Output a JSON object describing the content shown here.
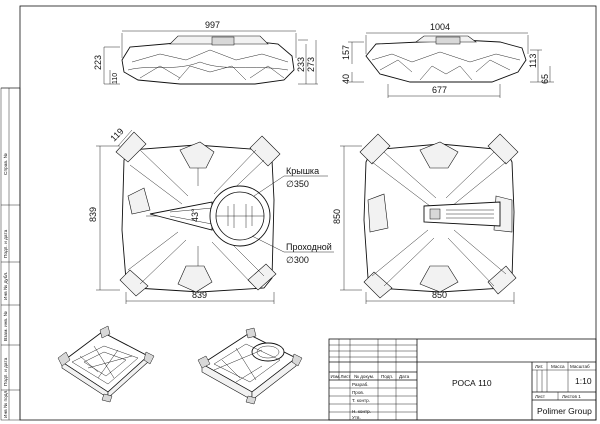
{
  "dimensions": {
    "front_width": "997",
    "front_height_left": "223",
    "front_base_left": "110",
    "front_height_right1": "233",
    "front_height_right2": "273",
    "side_width": "1004",
    "side_height_left": "157",
    "side_base_left": "40",
    "side_height_right1": "113",
    "side_height_right2": "65",
    "side_inner_width": "677",
    "top_side_right": "119",
    "top_height": "839",
    "top_width": "839",
    "top_angle": "43°",
    "bottom_height": "850",
    "bottom_width": "850"
  },
  "callouts": {
    "lid_label": "Крышка",
    "lid_diameter": "∅350",
    "manhole_label": "Проходной",
    "manhole_diameter": "∅300"
  },
  "side_stamp": {
    "row1": "Подп. и дата",
    "row2": "Инв № дубл.",
    "row3": "Взам. инв. №",
    "row4": "Подп. и дата",
    "row5": "Инв № подл.",
    "row6": "Справ. №"
  },
  "title_block": {
    "col_izm": "Изм.",
    "col_list": "Лист",
    "col_doc": "№ докум.",
    "col_podp": "Подп.",
    "col_data": "Дата",
    "row_razrab": "Разраб.",
    "row_prov": "Пров.",
    "row_tkontr": "Т. контр.",
    "row_nkontr": "Н. контр.",
    "row_utv": "Утв.",
    "product_name": "РОСА 110",
    "hdr_lit": "Лит.",
    "hdr_massa": "Масса",
    "hdr_masshtab": "Масштаб",
    "scale": "1:10",
    "sheet_label": "Лист",
    "sheets_label": "Листов 1",
    "company": "Polimer Group"
  }
}
